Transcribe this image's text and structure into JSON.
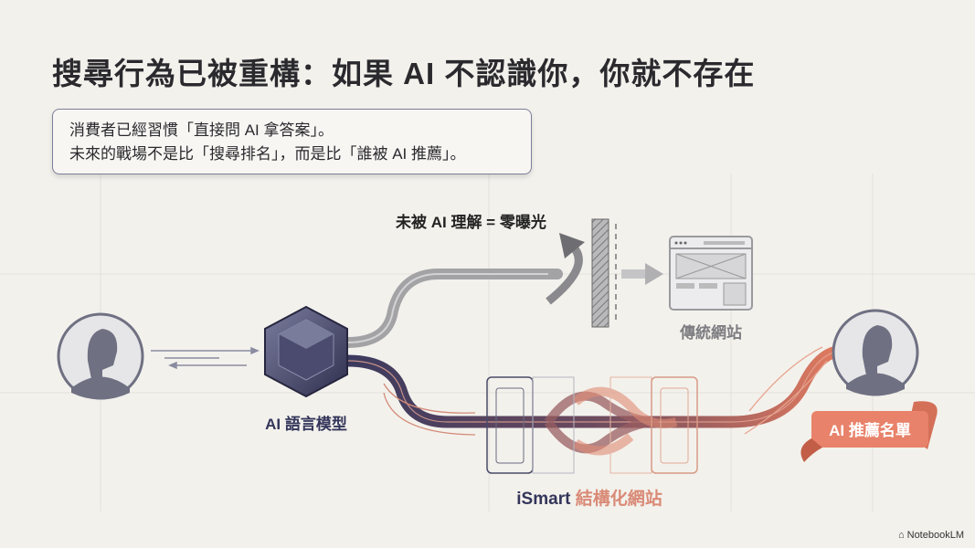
{
  "title": "搜尋行為已被重構：如果 AI 不認識你，你就不存在",
  "callout": {
    "line1": "消費者已經習慣「直接問 AI 拿答案」。",
    "line2": "未來的戰場不是比「搜尋排名」，而是比「誰被 AI 推薦」。"
  },
  "diagram": {
    "blocked_label": "未被 AI 理解 = 零曝光",
    "traditional_site_label": "傳統網站",
    "llm_label": "AI 語言模型",
    "ismart_prefix": "iSmart",
    "ismart_suffix": "結構化網站",
    "recommend_label": "AI 推薦名單"
  },
  "brand": "NotebookLM",
  "colors": {
    "navy": "#3b3a5e",
    "coral": "#e07a5f",
    "gray": "#a3a3a6",
    "background": "#f3f1ec"
  }
}
